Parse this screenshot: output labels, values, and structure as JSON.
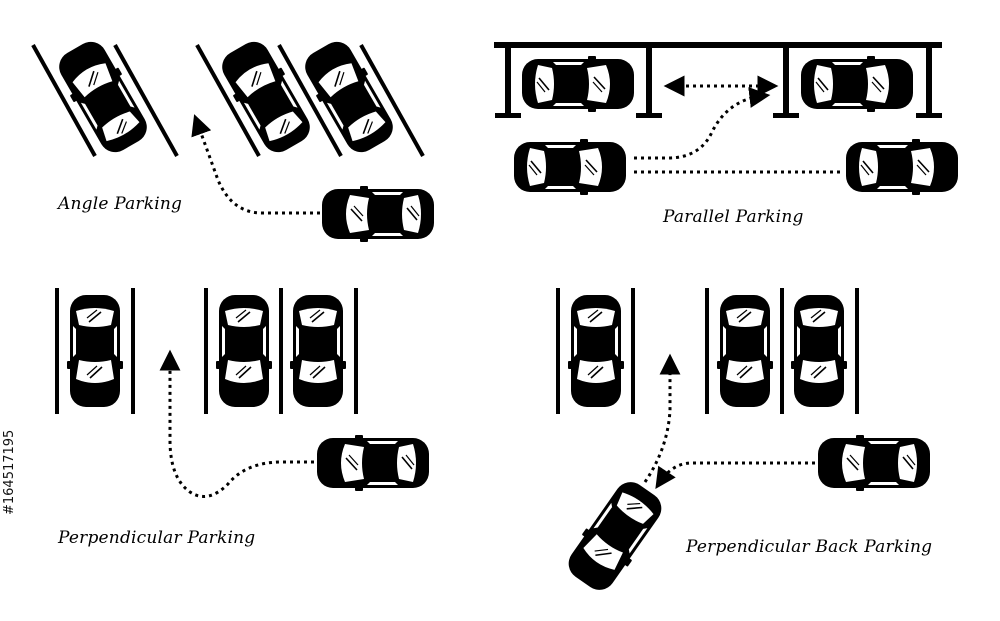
{
  "captions": {
    "angle": "Angle Parking",
    "parallel": "Parallel Parking",
    "perpendicular": "Perpendicular Parking",
    "perpendicular_back": "Perpendicular Back Parking"
  },
  "stock_id": "#164517195",
  "colors": {
    "ink": "#000000",
    "glass": "#ffffff",
    "background": "#ffffff"
  }
}
